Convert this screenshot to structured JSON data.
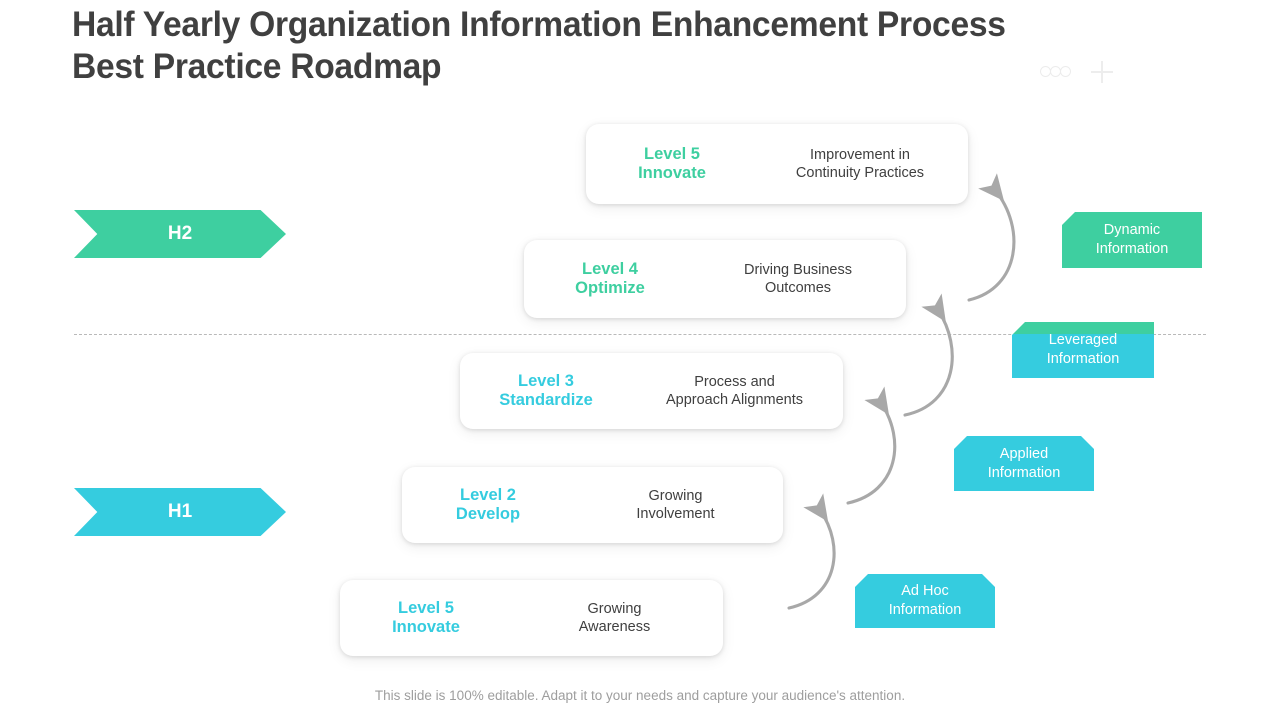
{
  "slide": {
    "title": "Half Yearly Organization Information Enhancement Process\nBest Practice Roadmap",
    "footer": "This slide is 100% editable. Adapt it to your needs and capture your audience's attention.",
    "colors": {
      "green": "#3ECFA0",
      "cyan": "#35CCDF",
      "title_text": "#404040",
      "body_text": "#3f3f3f",
      "arrow_gray": "#a8a8a8",
      "divider_gray": "#b9b9b9",
      "footer_gray": "#9e9e9e"
    }
  },
  "icons": {
    "dots": "three-dots-icon",
    "plus": "plus-icon"
  },
  "banners": [
    {
      "label": "H2",
      "color": "#3ECFA0"
    },
    {
      "label": "H1",
      "color": "#35CCDF"
    }
  ],
  "cards": [
    {
      "level": "Level 5\nInnovate",
      "description": "Improvement in\nContinuity Practices",
      "accent": "#3ECFA0"
    },
    {
      "level": "Level 4\nOptimize",
      "description": "Driving Business\nOutcomes",
      "accent": "#3ECFA0"
    },
    {
      "level": "Level 3\nStandardize",
      "description": "Process and\nApproach Alignments",
      "accent": "#35CCDF"
    },
    {
      "level": "Level 2\nDevelop",
      "description": "Growing\nInvolvement",
      "accent": "#35CCDF"
    },
    {
      "level": "Level 5\nInnovate",
      "description": "Growing\nAwareness",
      "accent": "#35CCDF"
    }
  ],
  "tags": [
    {
      "label": "Dynamic\nInformation",
      "color": "#3ECFA0",
      "strip": "#3ECFA0"
    },
    {
      "label": "Leveraged\nInformation",
      "color": "#35CCDF",
      "strip": "#3ECFA0"
    },
    {
      "label": "Applied\nInformation",
      "color": "#35CCDF",
      "strip": "#35CCDF"
    },
    {
      "label": "Ad Hoc\nInformation",
      "color": "#35CCDF",
      "strip": "#35CCDF"
    }
  ]
}
